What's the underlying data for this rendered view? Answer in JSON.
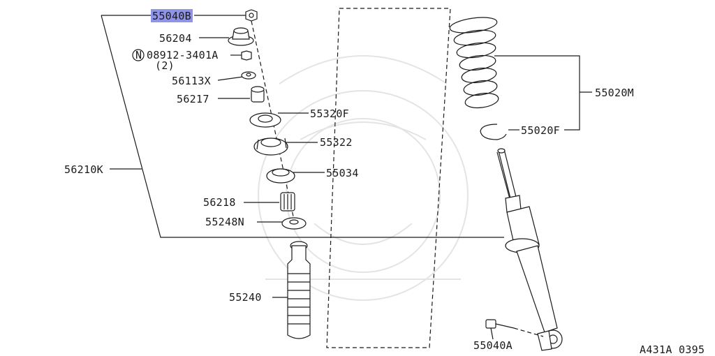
{
  "parts": {
    "p55040b": "55040B",
    "p56204": "56204",
    "p08912": "08912-3401A",
    "p08912_qty": "(2)",
    "p08912_prefix": "N",
    "p56113x": "56113X",
    "p56217": "56217",
    "p55320f": "55320F",
    "p55322": "55322",
    "p55034": "55034",
    "p56210k": "56210K",
    "p56218": "56218",
    "p55248n": "55248N",
    "p55240": "55240",
    "p55020m": "55020M",
    "p55020f": "55020F",
    "p55040a": "55040A"
  },
  "diagram_code": "A431A 0395",
  "colors": {
    "highlight": "#8f94e6",
    "ink": "#1a1a1a"
  }
}
